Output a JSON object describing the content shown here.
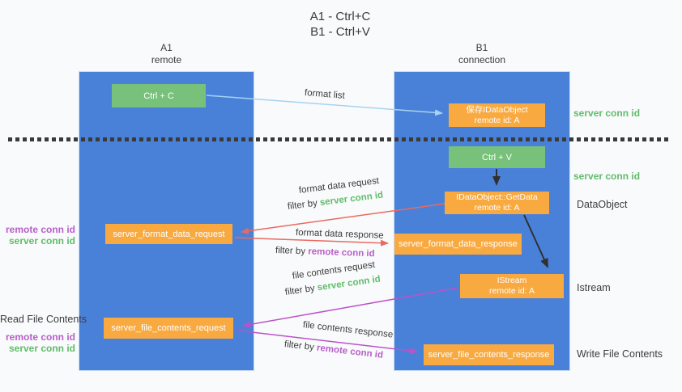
{
  "title": {
    "line1": "A1 - Ctrl+C",
    "line2": "B1 - Ctrl+V"
  },
  "lanes": {
    "left": {
      "title": "A1",
      "subtitle": "remote"
    },
    "right": {
      "title": "B1",
      "subtitle": "connection"
    }
  },
  "nodes": {
    "ctrl_c": {
      "label": "Ctrl + C"
    },
    "save_dataobject": {
      "line1": "保存IDataObject",
      "line2": "remote id: A"
    },
    "ctrl_v": {
      "label": "Ctrl + V"
    },
    "getdata": {
      "line1": "IDataObject::GetData",
      "line2": "remote id: A"
    },
    "server_format_data_request": {
      "label": "server_format_data_request"
    },
    "server_format_data_response": {
      "label": "server_format_data_response"
    },
    "istream": {
      "line1": "IStream",
      "line2": "remote id: A"
    },
    "server_file_contents_request": {
      "label": "server_file_contents_request"
    },
    "server_file_contents_response": {
      "label": "server_file_contents_response"
    }
  },
  "arrows": {
    "format_list": {
      "label": "format list"
    },
    "format_data_request": {
      "label": "format data request",
      "filter_prefix": "filter by ",
      "filter_key": "server conn id"
    },
    "format_data_response": {
      "label": "format data response",
      "filter_prefix": "filter by ",
      "filter_key": "remote conn id"
    },
    "file_contents_request": {
      "label": "file contents request",
      "filter_prefix": "filter by ",
      "filter_key": "server conn id"
    },
    "file_contents_response": {
      "label": "file contents response",
      "filter_prefix": "filter by ",
      "filter_key": "remote conn id"
    }
  },
  "left_annotations": {
    "format_ids": {
      "remote": "remote conn id",
      "server": "server conn id"
    },
    "read_file": "Read File Contents",
    "file_ids": {
      "remote": "remote conn id",
      "server": "server conn id"
    }
  },
  "right_annotations": {
    "server_conn_id_top": "server conn id",
    "server_conn_id_mid": "server conn id",
    "dataobject": "DataObject",
    "istream": "Istream",
    "write_file": "Write File Contents"
  },
  "colors": {
    "lane_blue": "#4a81d8",
    "box_green": "#77c17a",
    "box_orange": "#f8a93f",
    "text_dark": "#3c3c3c",
    "conn_green": "#5fbc6a",
    "conn_purple": "#b75fc9",
    "arrow_red": "#e96a60",
    "arrow_purple": "#bb53c8",
    "arrow_lightblue": "#a5d3f0",
    "arrow_black": "#303030"
  }
}
